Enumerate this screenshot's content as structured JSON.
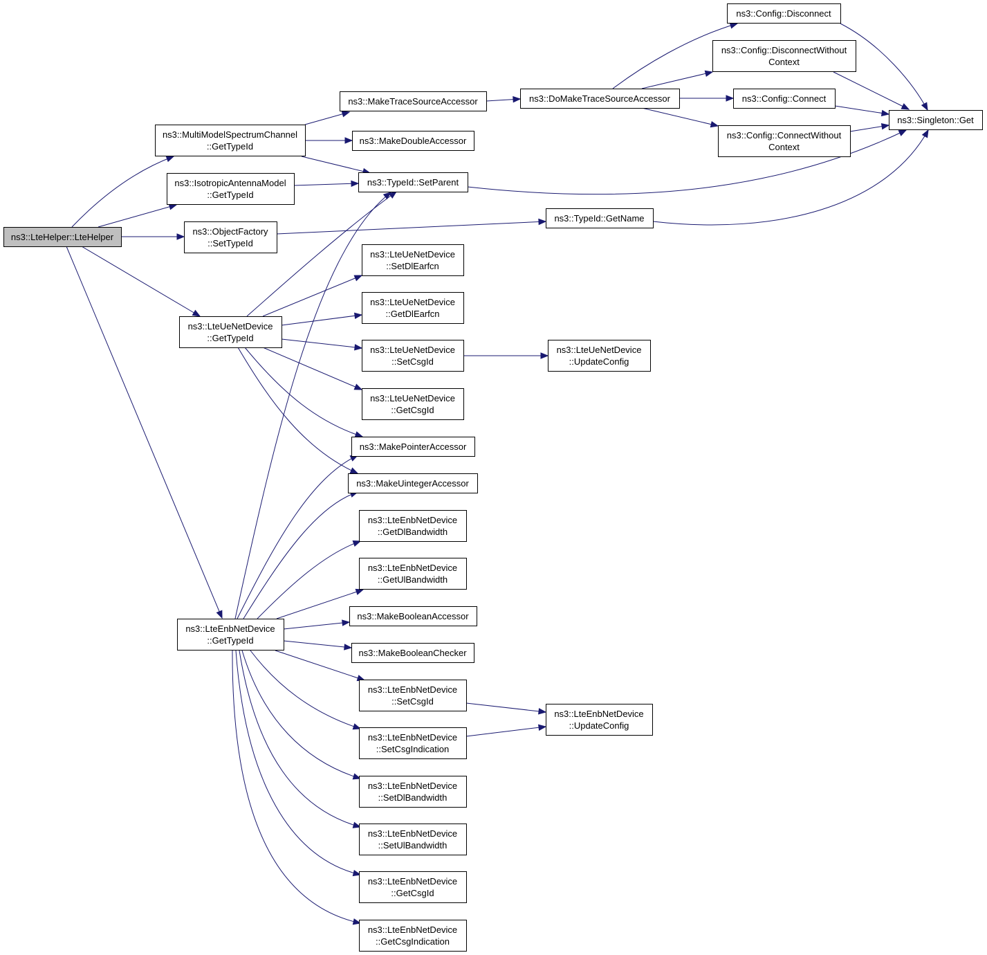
{
  "graph": {
    "nodes": [
      {
        "id": "lte_helper",
        "lines": [
          "ns3::LteHelper::LteHelper"
        ],
        "root": true
      },
      {
        "id": "mm_gettypeid",
        "lines": [
          "ns3::MultiModelSpectrumChannel",
          "::GetTypeId"
        ]
      },
      {
        "id": "iso_gettypeid",
        "lines": [
          "ns3::IsotropicAntennaModel",
          "::GetTypeId"
        ]
      },
      {
        "id": "of_settypeid",
        "lines": [
          "ns3::ObjectFactory",
          "::SetTypeId"
        ]
      },
      {
        "id": "ue_gettypeid",
        "lines": [
          "ns3::LteUeNetDevice",
          "::GetTypeId"
        ]
      },
      {
        "id": "enb_gettypeid",
        "lines": [
          "ns3::LteEnbNetDevice",
          "::GetTypeId"
        ]
      },
      {
        "id": "make_trace",
        "lines": [
          "ns3::MakeTraceSourceAccessor"
        ]
      },
      {
        "id": "make_double",
        "lines": [
          "ns3::MakeDoubleAccessor"
        ]
      },
      {
        "id": "typeid_setparent",
        "lines": [
          "ns3::TypeId::SetParent"
        ]
      },
      {
        "id": "typeid_getname",
        "lines": [
          "ns3::TypeId::GetName"
        ]
      },
      {
        "id": "domake_trace",
        "lines": [
          "ns3::DoMakeTraceSourceAccessor"
        ]
      },
      {
        "id": "cfg_disconnect",
        "lines": [
          "ns3::Config::Disconnect"
        ]
      },
      {
        "id": "cfg_disconnect_wc",
        "lines": [
          "ns3::Config::DisconnectWithout",
          "Context"
        ]
      },
      {
        "id": "cfg_connect",
        "lines": [
          "ns3::Config::Connect"
        ]
      },
      {
        "id": "cfg_connect_wc",
        "lines": [
          "ns3::Config::ConnectWithout",
          "Context"
        ]
      },
      {
        "id": "singleton_get",
        "lines": [
          "ns3::Singleton::Get"
        ]
      },
      {
        "id": "ue_setdlearfcn",
        "lines": [
          "ns3::LteUeNetDevice",
          "::SetDlEarfcn"
        ]
      },
      {
        "id": "ue_getdlearfcn",
        "lines": [
          "ns3::LteUeNetDevice",
          "::GetDlEarfcn"
        ]
      },
      {
        "id": "ue_setcsgid",
        "lines": [
          "ns3::LteUeNetDevice",
          "::SetCsgId"
        ]
      },
      {
        "id": "ue_getcsgid",
        "lines": [
          "ns3::LteUeNetDevice",
          "::GetCsgId"
        ]
      },
      {
        "id": "ue_updateconfig",
        "lines": [
          "ns3::LteUeNetDevice",
          "::UpdateConfig"
        ]
      },
      {
        "id": "make_pointer",
        "lines": [
          "ns3::MakePointerAccessor"
        ]
      },
      {
        "id": "make_uinteger",
        "lines": [
          "ns3::MakeUintegerAccessor"
        ]
      },
      {
        "id": "enb_getdlbw",
        "lines": [
          "ns3::LteEnbNetDevice",
          "::GetDlBandwidth"
        ]
      },
      {
        "id": "enb_getulbw",
        "lines": [
          "ns3::LteEnbNetDevice",
          "::GetUlBandwidth"
        ]
      },
      {
        "id": "make_bool_acc",
        "lines": [
          "ns3::MakeBooleanAccessor"
        ]
      },
      {
        "id": "make_bool_chk",
        "lines": [
          "ns3::MakeBooleanChecker"
        ]
      },
      {
        "id": "enb_setcsgid",
        "lines": [
          "ns3::LteEnbNetDevice",
          "::SetCsgId"
        ]
      },
      {
        "id": "enb_setcsgind",
        "lines": [
          "ns3::LteEnbNetDevice",
          "::SetCsgIndication"
        ]
      },
      {
        "id": "enb_updateconfig",
        "lines": [
          "ns3::LteEnbNetDevice",
          "::UpdateConfig"
        ]
      },
      {
        "id": "enb_setdlbw",
        "lines": [
          "ns3::LteEnbNetDevice",
          "::SetDlBandwidth"
        ]
      },
      {
        "id": "enb_setulbw",
        "lines": [
          "ns3::LteEnbNetDevice",
          "::SetUlBandwidth"
        ]
      },
      {
        "id": "enb_getcsgid",
        "lines": [
          "ns3::LteEnbNetDevice",
          "::GetCsgId"
        ]
      },
      {
        "id": "enb_getcsgind",
        "lines": [
          "ns3::LteEnbNetDevice",
          "::GetCsgIndication"
        ]
      }
    ],
    "edges": [
      {
        "from": "lte_helper",
        "to": "mm_gettypeid"
      },
      {
        "from": "lte_helper",
        "to": "iso_gettypeid"
      },
      {
        "from": "lte_helper",
        "to": "of_settypeid"
      },
      {
        "from": "lte_helper",
        "to": "ue_gettypeid"
      },
      {
        "from": "lte_helper",
        "to": "enb_gettypeid"
      },
      {
        "from": "mm_gettypeid",
        "to": "make_trace"
      },
      {
        "from": "mm_gettypeid",
        "to": "make_double"
      },
      {
        "from": "mm_gettypeid",
        "to": "typeid_setparent"
      },
      {
        "from": "iso_gettypeid",
        "to": "typeid_setparent"
      },
      {
        "from": "of_settypeid",
        "to": "typeid_getname"
      },
      {
        "from": "make_trace",
        "to": "domake_trace"
      },
      {
        "from": "domake_trace",
        "to": "cfg_disconnect"
      },
      {
        "from": "domake_trace",
        "to": "cfg_disconnect_wc"
      },
      {
        "from": "domake_trace",
        "to": "cfg_connect"
      },
      {
        "from": "domake_trace",
        "to": "cfg_connect_wc"
      },
      {
        "from": "cfg_disconnect",
        "to": "singleton_get"
      },
      {
        "from": "cfg_disconnect_wc",
        "to": "singleton_get"
      },
      {
        "from": "cfg_connect",
        "to": "singleton_get"
      },
      {
        "from": "cfg_connect_wc",
        "to": "singleton_get"
      },
      {
        "from": "typeid_setparent",
        "to": "singleton_get"
      },
      {
        "from": "typeid_getname",
        "to": "singleton_get"
      },
      {
        "from": "ue_gettypeid",
        "to": "typeid_setparent"
      },
      {
        "from": "ue_gettypeid",
        "to": "ue_setdlearfcn"
      },
      {
        "from": "ue_gettypeid",
        "to": "ue_getdlearfcn"
      },
      {
        "from": "ue_gettypeid",
        "to": "ue_setcsgid"
      },
      {
        "from": "ue_gettypeid",
        "to": "ue_getcsgid"
      },
      {
        "from": "ue_gettypeid",
        "to": "make_pointer"
      },
      {
        "from": "ue_gettypeid",
        "to": "make_uinteger"
      },
      {
        "from": "ue_setcsgid",
        "to": "ue_updateconfig"
      },
      {
        "from": "enb_gettypeid",
        "to": "typeid_setparent"
      },
      {
        "from": "enb_gettypeid",
        "to": "make_pointer"
      },
      {
        "from": "enb_gettypeid",
        "to": "make_uinteger"
      },
      {
        "from": "enb_gettypeid",
        "to": "enb_getdlbw"
      },
      {
        "from": "enb_gettypeid",
        "to": "enb_getulbw"
      },
      {
        "from": "enb_gettypeid",
        "to": "make_bool_acc"
      },
      {
        "from": "enb_gettypeid",
        "to": "make_bool_chk"
      },
      {
        "from": "enb_gettypeid",
        "to": "enb_setcsgid"
      },
      {
        "from": "enb_gettypeid",
        "to": "enb_setcsgind"
      },
      {
        "from": "enb_gettypeid",
        "to": "enb_setdlbw"
      },
      {
        "from": "enb_gettypeid",
        "to": "enb_setulbw"
      },
      {
        "from": "enb_gettypeid",
        "to": "enb_getcsgid"
      },
      {
        "from": "enb_gettypeid",
        "to": "enb_getcsgind"
      },
      {
        "from": "enb_setcsgid",
        "to": "enb_updateconfig"
      },
      {
        "from": "enb_setcsgind",
        "to": "enb_updateconfig"
      }
    ]
  },
  "colors": {
    "edge": "#191970",
    "root_fill": "#bfbfbf",
    "node_fill": "#ffffff",
    "node_stroke": "#000000"
  }
}
